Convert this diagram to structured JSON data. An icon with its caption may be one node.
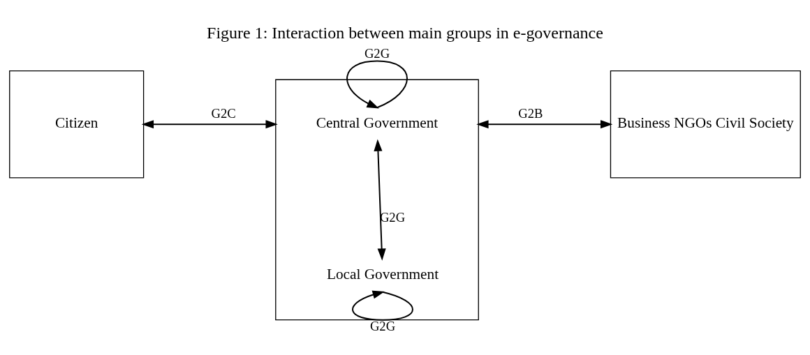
{
  "diagram": {
    "title": "Figure 1: Interaction between main groups in e-governance",
    "nodes": [
      {
        "text": [
          "Citizen"
        ]
      },
      {
        "text": [],
        "shape": "box"
      },
      {
        "text": [
          "Central Government"
        ],
        "in": 1
      },
      {
        "text": [
          "Local Government"
        ],
        "in": 1
      },
      {
        "text": [
          "Business NGOs Civil Society"
        ]
      }
    ],
    "edges": [
      {
        "from": 0,
        "to": 1,
        "arrow": "both",
        "label": "G2C"
      },
      {
        "from": 2,
        "to": 2,
        "arrow": "to",
        "label": "G2G"
      },
      {
        "from": 2,
        "to": 3,
        "arrow": "both",
        "label": "G2G"
      },
      {
        "from": 3,
        "to": 3,
        "arrow": "to",
        "label": "G2G"
      },
      {
        "from": 1,
        "to": 4,
        "arrow": "both",
        "label": "G2B"
      }
    ]
  }
}
